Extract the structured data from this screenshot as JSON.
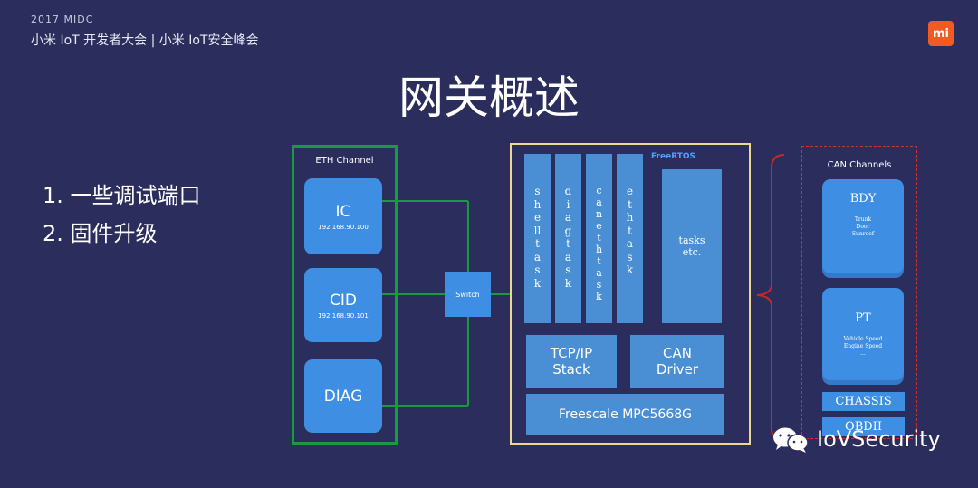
{
  "header": {
    "event": "2017 MIDC",
    "subtitle": "小米 IoT 开发者大会 | 小米 IoT安全峰会",
    "logo_text": "mi"
  },
  "slide": {
    "title": "网关概述",
    "list": [
      "1.  一些调试端口",
      "2.  固件升级"
    ]
  },
  "eth": {
    "label": "ETH Channel",
    "boxes": [
      {
        "name": "IC",
        "ip": "192.168.90.100"
      },
      {
        "name": "CID",
        "ip": "192.168.90.101"
      },
      {
        "name": "DIAG",
        "ip": ""
      }
    ]
  },
  "switch_label": "Switch",
  "rtos": {
    "label": "FreeRTOS",
    "tasks": [
      "shelltask",
      "diagtask",
      "canethtask",
      "ethtask"
    ],
    "tasks_etc": [
      "tasks",
      "etc."
    ],
    "tcpip": [
      "TCP/IP",
      "Stack"
    ],
    "can_driver": [
      "CAN",
      "Driver"
    ],
    "mcu": "Freescale MPC5668G"
  },
  "can": {
    "label": "CAN Channels",
    "bdy": {
      "name": "BDY",
      "sub": [
        "Trunk",
        "Door",
        "Sunroof"
      ]
    },
    "pt": {
      "name": "PT",
      "sub": [
        "Vehicle Speed",
        "Engine Speed",
        "..."
      ]
    },
    "chassis": "CHASSIS",
    "obdii": "OBDII"
  },
  "watermark": "IoVSecurity",
  "colors": {
    "background": "#2b2d5c",
    "eth_border": "#1a9a3e",
    "rtos_border": "#ecd98f",
    "can_border": "#d32f2f",
    "box": "#3e8fe3"
  }
}
